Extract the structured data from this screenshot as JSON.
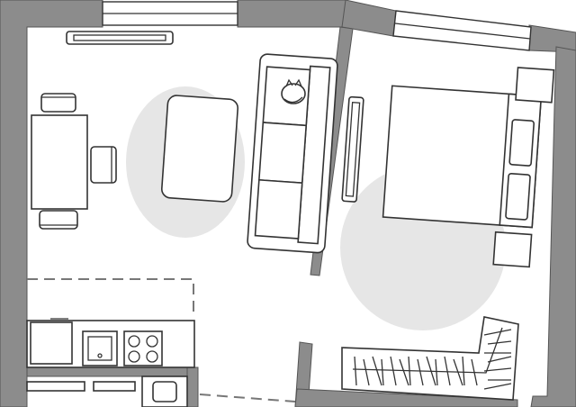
{
  "plan": {
    "background_color": "#ffffff",
    "wall_color": "#8c8c8c",
    "rug_color": "#e6e6e6",
    "line_color": "#333333",
    "rooms": [
      "living-kitchen",
      "bedroom"
    ],
    "furniture": {
      "dining_table": {
        "chairs": 3
      },
      "coffee_table": {
        "count": 1
      },
      "sofa": {
        "seats": 3
      },
      "tv_console": {
        "count": 1
      },
      "bed": {
        "nightstands": 2,
        "pillows": 2
      },
      "wardrobe": {
        "hanging_items": "many"
      },
      "kitchen": {
        "appliances": [
          "sink",
          "cooktop"
        ]
      },
      "cat": {
        "count": 1
      }
    }
  }
}
